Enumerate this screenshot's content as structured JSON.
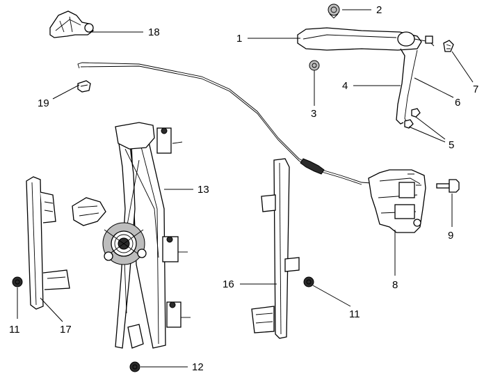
{
  "callouts": [
    {
      "id": "c1",
      "text": "1"
    },
    {
      "id": "c2",
      "text": "2"
    },
    {
      "id": "c3",
      "text": "3"
    },
    {
      "id": "c4",
      "text": "4"
    },
    {
      "id": "c5",
      "text": "5"
    },
    {
      "id": "c6",
      "text": "6"
    },
    {
      "id": "c7",
      "text": "7"
    },
    {
      "id": "c8",
      "text": "8"
    },
    {
      "id": "c9",
      "text": "9"
    },
    {
      "id": "c11a",
      "text": "11"
    },
    {
      "id": "c11b",
      "text": "11"
    },
    {
      "id": "c12",
      "text": "12"
    },
    {
      "id": "c13",
      "text": "13"
    },
    {
      "id": "c16",
      "text": "16"
    },
    {
      "id": "c17",
      "text": "17"
    },
    {
      "id": "c18",
      "text": "18"
    },
    {
      "id": "c19",
      "text": "19"
    }
  ]
}
